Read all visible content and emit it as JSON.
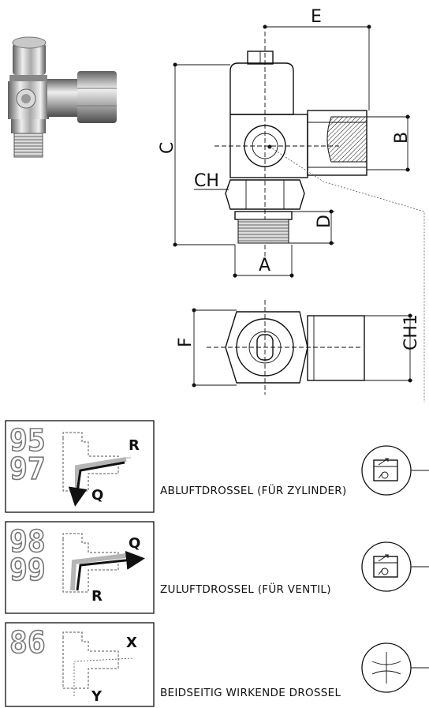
{
  "product_photo": {
    "icon": "angled-flow-control-fitting-photo"
  },
  "side_view": {
    "dimension_labels": {
      "E": "E",
      "C": "C",
      "B": "B",
      "CH": "CH",
      "D": "D",
      "A": "A"
    }
  },
  "top_view": {
    "dimension_labels": {
      "F": "F",
      "CH1": "CH1"
    }
  },
  "variants": [
    {
      "codes": [
        "95",
        "97"
      ],
      "flow_labels": {
        "top": "R",
        "bottom": "Q"
      },
      "description": "ABLUFTDROSSEL (FÜR ZYLINDER)",
      "symbol": "throttle-check-valve-icon"
    },
    {
      "codes": [
        "98",
        "99"
      ],
      "flow_labels": {
        "top": "Q",
        "bottom": "R"
      },
      "description": "ZULUFTDROSSEL (FÜR VENTIL)",
      "symbol": "throttle-check-valve-icon"
    },
    {
      "codes": [
        "86"
      ],
      "flow_labels": {
        "top": "X",
        "bottom": "Y"
      },
      "description": "BEIDSEITIG WIRKENDE DROSSEL",
      "symbol": "bidirectional-throttle-icon"
    }
  ],
  "colors": {
    "line": "#111111",
    "metal_light": "#e6e6e6",
    "metal_dark": "#6e6e6e",
    "flow_grey": "#b0b0b0"
  }
}
